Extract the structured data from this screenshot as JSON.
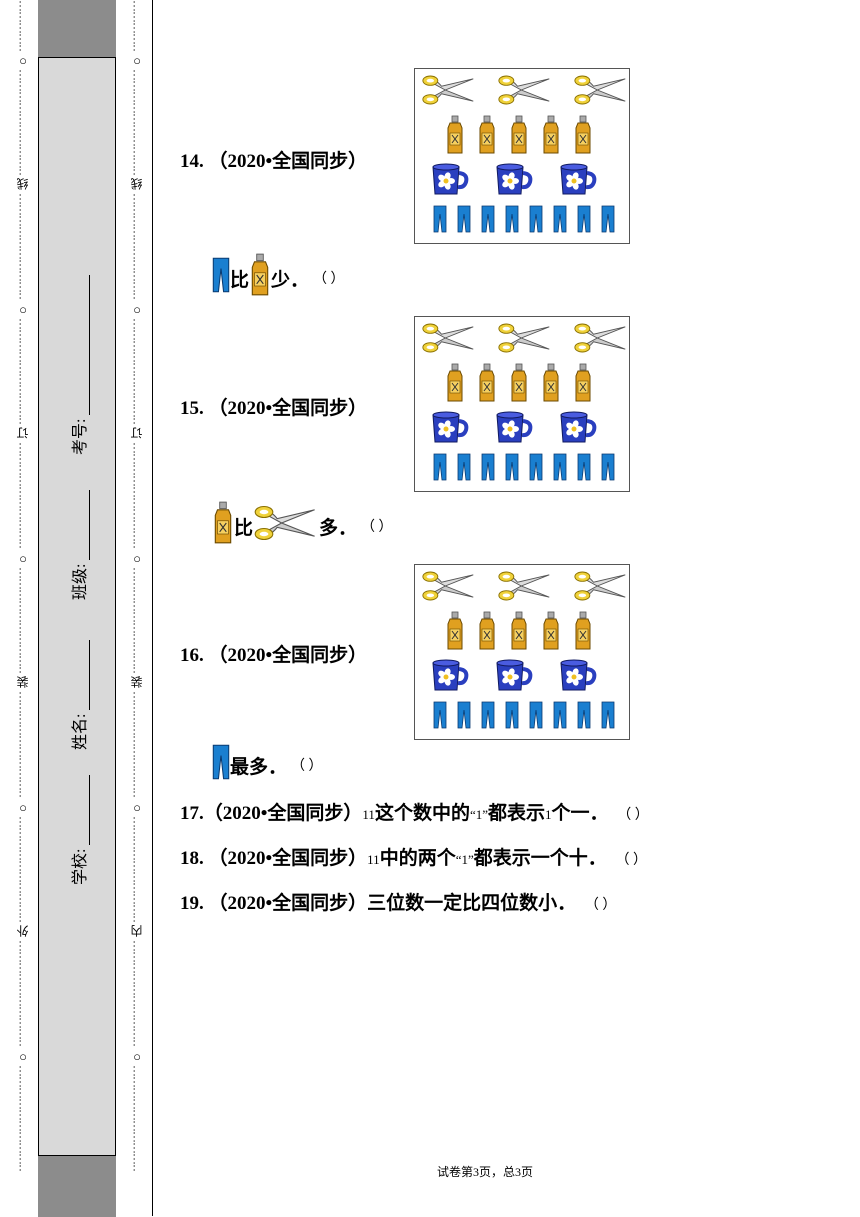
{
  "margin": {
    "outer_words": [
      "线",
      "订",
      "装",
      "外"
    ],
    "inner_words": [
      "线",
      "订",
      "装",
      "内"
    ],
    "ring": "○",
    "dots": "…………"
  },
  "student_info": {
    "school_label": "学校:",
    "name_label": "姓名:",
    "class_label": "班级:",
    "exam_no_label": "考号:"
  },
  "questions": [
    {
      "num": "14.",
      "source": "（2020•全国同步）",
      "statement": {
        "before": "",
        "mid": "比",
        "after": "少．"
      },
      "paren": "（ ）"
    },
    {
      "num": "15.",
      "source": "（2020•全国同步）",
      "statement": {
        "before": "",
        "mid": "比",
        "after": "多．"
      },
      "paren": "（ ）"
    },
    {
      "num": "16.",
      "source": "（2020•全国同步）",
      "statement": {
        "after": "最多．"
      },
      "paren": "（ ）"
    },
    {
      "num": "17.",
      "source": "（2020•全国同步）",
      "p1": "11",
      "p2": "这个数中的",
      "p3": "“1”",
      "p4": "都表示",
      "p5": "1",
      "p6": "个一．",
      "paren": "（ ）"
    },
    {
      "num": "18.",
      "source": "（2020•全国同步）",
      "p1": "11",
      "p2": "中的两个",
      "p3": "“1”",
      "p4": "都表示一个十．",
      "paren": "（ ）"
    },
    {
      "num": "19.",
      "source": "（2020•全国同步）",
      "text": "三位数一定比四位数小．",
      "paren": "（ ）"
    }
  ],
  "picture": {
    "scissors_count": 3,
    "bottles_count": 5,
    "cups_count": 3,
    "pants_count": 8
  },
  "footer": "试卷第3页，总3页",
  "colors": {
    "grey_strip": "#d9d9d9",
    "dark_block": "#8c8c8c",
    "scissor_yellow": "#f0d23a",
    "bottle_orange": "#e0a020",
    "cup_blue": "#2a3fbf",
    "pants_blue": "#1a7fd0"
  }
}
